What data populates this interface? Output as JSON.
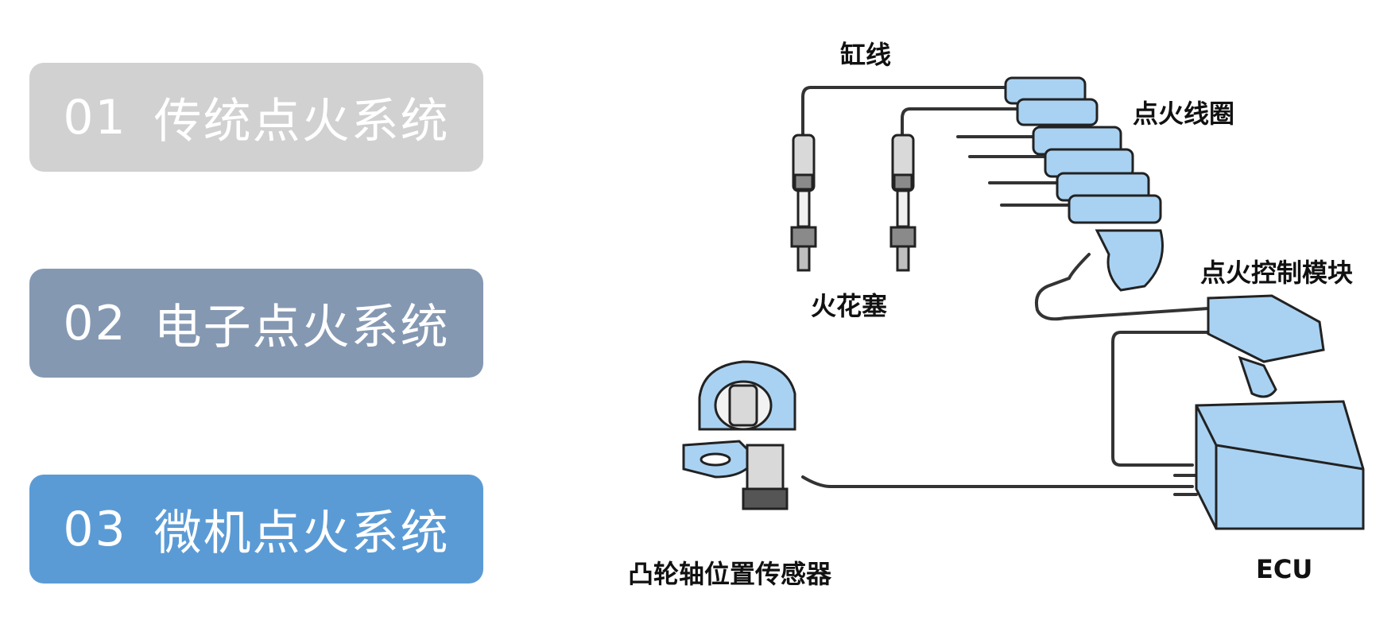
{
  "menu": {
    "items": [
      {
        "number": "01",
        "label": "传统点火系统",
        "color": "#d2d1d2"
      },
      {
        "number": "02",
        "label": "电子点火系统",
        "color": "#8598b2"
      },
      {
        "number": "03",
        "label": "微机点火系统",
        "color": "#5b9bd5"
      }
    ]
  },
  "diagram": {
    "labels": {
      "cylinder_wire": "缸线",
      "ignition_coil": "点火线圈",
      "spark_plug": "火花塞",
      "control_module": "点火控制模块",
      "camshaft_sensor": "凸轮轴位置传感器",
      "ecu": "ECU"
    },
    "colors": {
      "component_fill": "#a9d2f2",
      "outline": "#222222",
      "wire": "#333333"
    }
  }
}
